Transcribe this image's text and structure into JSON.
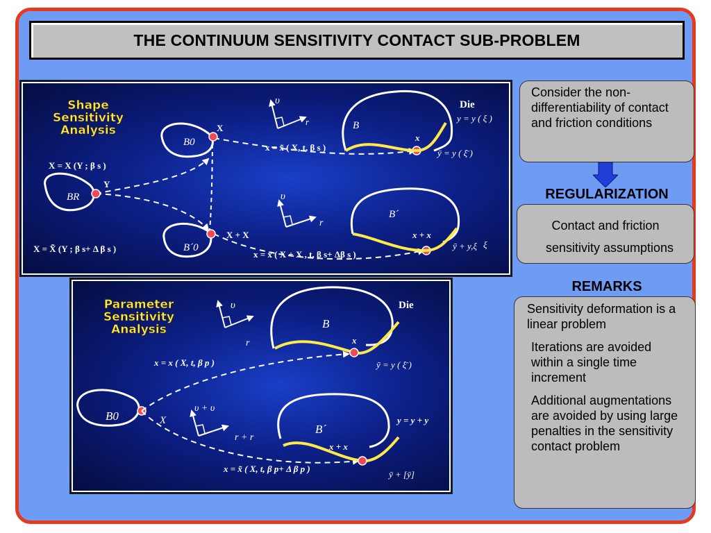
{
  "title": "THE CONTINUUM SENSITIVITY CONTACT SUB-PROBLEM",
  "shape_panel": {
    "heading": [
      "Shape",
      "Sensitivity",
      "Analysis"
    ],
    "die": "Die",
    "b0": "B0",
    "br": "BR",
    "b": "B",
    "bp0": "B´0",
    "bp": "B´",
    "x_point": "X",
    "y_point": "Y",
    "x_plus_xdot": "X + X",
    "x_map": "X = X (Y ; β s )",
    "x_map2": "X = X̃ (Y ; β s+ Δ β s )",
    "x_eq1": "x = x̃ ( X, t, β s )",
    "x_eq2": "x = x̃ ( X + X , t, β s+ Δβ s )",
    "x_small": "x",
    "x_plus_xdot_small": "x + x",
    "y_xi": "y = y ( ξ )",
    "ybar_xi": "ȳ = y ( ξ̄ )",
    "ybar_plus": "ȳ + y,ξ",
    "xi_dot": "ξ",
    "nu": "υ",
    "r": "r"
  },
  "param_panel": {
    "heading": [
      "Parameter",
      "Sensitivity",
      "Analysis"
    ],
    "die": "Die",
    "b0": "B0",
    "b": "B",
    "bp": "B´",
    "x_point": "X",
    "x_eq1": "x = x ( X, t, β p )",
    "x_eq2": "x = x̃ ( X, t, β p+ Δ β p )",
    "x_small": "x",
    "x_plus_xdot": "x + x",
    "ybar_xi": "ȳ = y ( ξ̄ )",
    "y_plus": "y = y + y",
    "ybar_bracket": "ȳ + [ȳ]",
    "nu": "υ",
    "r": "r",
    "nu_plus": "υ + υ",
    "r_plus": "r + r"
  },
  "consider_box": "Consider the non-differentiability of contact and friction conditions",
  "regularization": "REGULARIZATION",
  "assumptions_box": [
    "Contact and friction",
    "sensitivity assumptions"
  ],
  "remarks_heading": "REMARKS",
  "remarks": [
    "Sensitivity deformation is a linear problem",
    "Iterations are avoided within a single time increment",
    "Additional augmentations are avoided by using large penalties in the sensitivity contact problem"
  ]
}
